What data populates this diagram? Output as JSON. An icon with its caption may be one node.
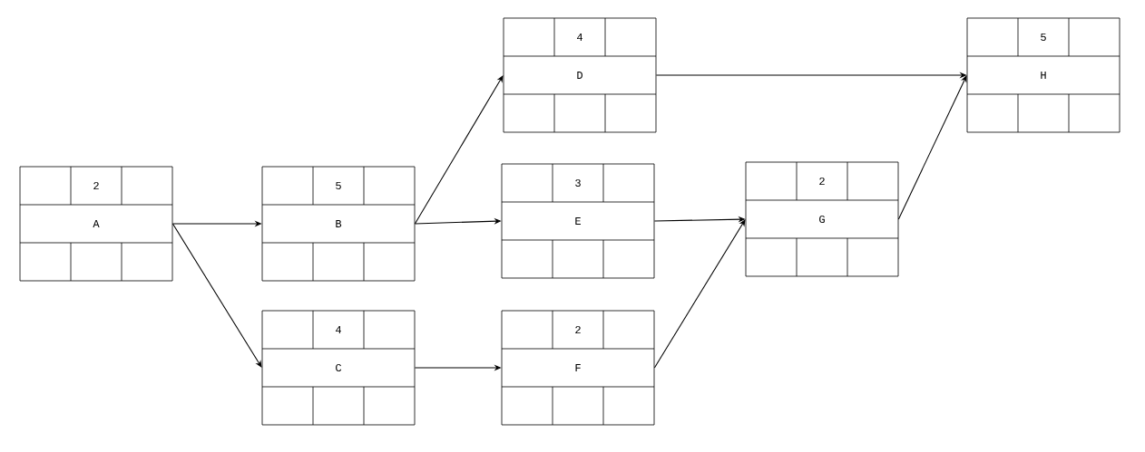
{
  "diagram": {
    "nodes": [
      {
        "text": [
          "2",
          "A"
        ]
      },
      {
        "text": [
          "5",
          "B"
        ]
      },
      {
        "text": [
          "4",
          "C"
        ]
      },
      {
        "text": [
          "4",
          "D"
        ]
      },
      {
        "text": [
          "3",
          "E"
        ]
      },
      {
        "text": [
          "2",
          "F"
        ]
      },
      {
        "text": [
          "2",
          "G"
        ]
      },
      {
        "text": [
          "5",
          "H"
        ]
      }
    ],
    "edges": [
      {
        "from": 0,
        "to": 1,
        "arrow": "to"
      },
      {
        "from": 0,
        "to": 2,
        "arrow": "to"
      },
      {
        "from": 1,
        "to": 3,
        "arrow": "to"
      },
      {
        "from": 1,
        "to": 4,
        "arrow": "to"
      },
      {
        "from": 2,
        "to": 5,
        "arrow": "to"
      },
      {
        "from": 3,
        "to": 7,
        "arrow": "to"
      },
      {
        "from": 4,
        "to": 6,
        "arrow": "to"
      },
      {
        "from": 5,
        "to": 6,
        "arrow": "to"
      },
      {
        "from": 6,
        "to": 7,
        "arrow": "to"
      }
    ]
  }
}
